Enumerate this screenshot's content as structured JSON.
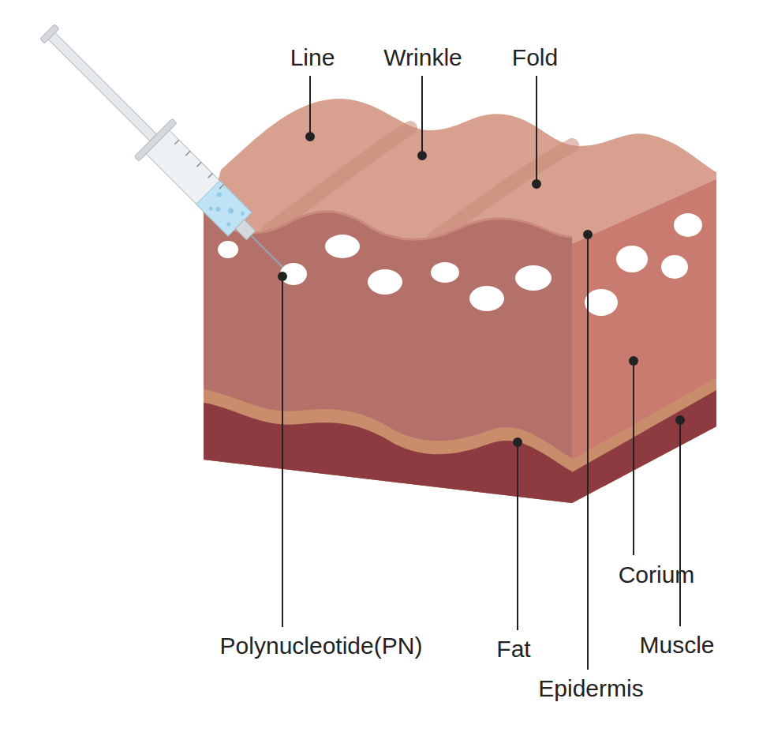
{
  "diagram": {
    "labels": [
      "Line",
      "Wrinkle",
      "Fold",
      "Corium",
      "Polynucleotide(PN)",
      "Fat",
      "Muscle",
      "Epidermis"
    ]
  }
}
